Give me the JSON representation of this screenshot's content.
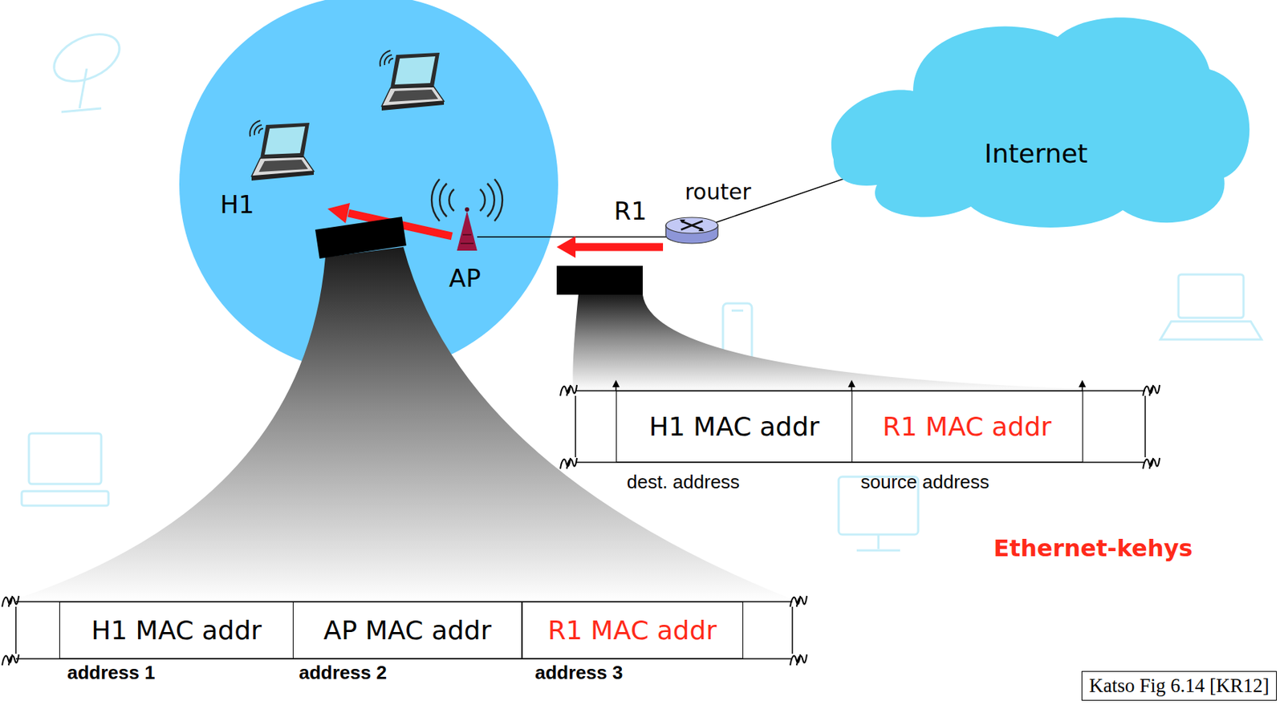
{
  "diagram": {
    "nodes": [
      {
        "text": [
          "Internet"
        ]
      },
      {
        "text": [
          "H1 MAC addr",
          "dest. address"
        ]
      },
      {
        "text": [
          "R1 MAC addr",
          "source address"
        ]
      },
      {
        "text": [
          "H1 MAC addr",
          "address 1"
        ]
      },
      {
        "text": [
          "AP MAC addr",
          "address 2"
        ]
      },
      {
        "text": [
          "R1 MAC addr",
          "address 3"
        ]
      },
      {
        "text": [
          "Katso Fig 6.14 [KR12]"
        ]
      }
    ],
    "labels": [
      "H1",
      "R1",
      "router",
      "AP",
      "Ethernet-kehys"
    ]
  }
}
